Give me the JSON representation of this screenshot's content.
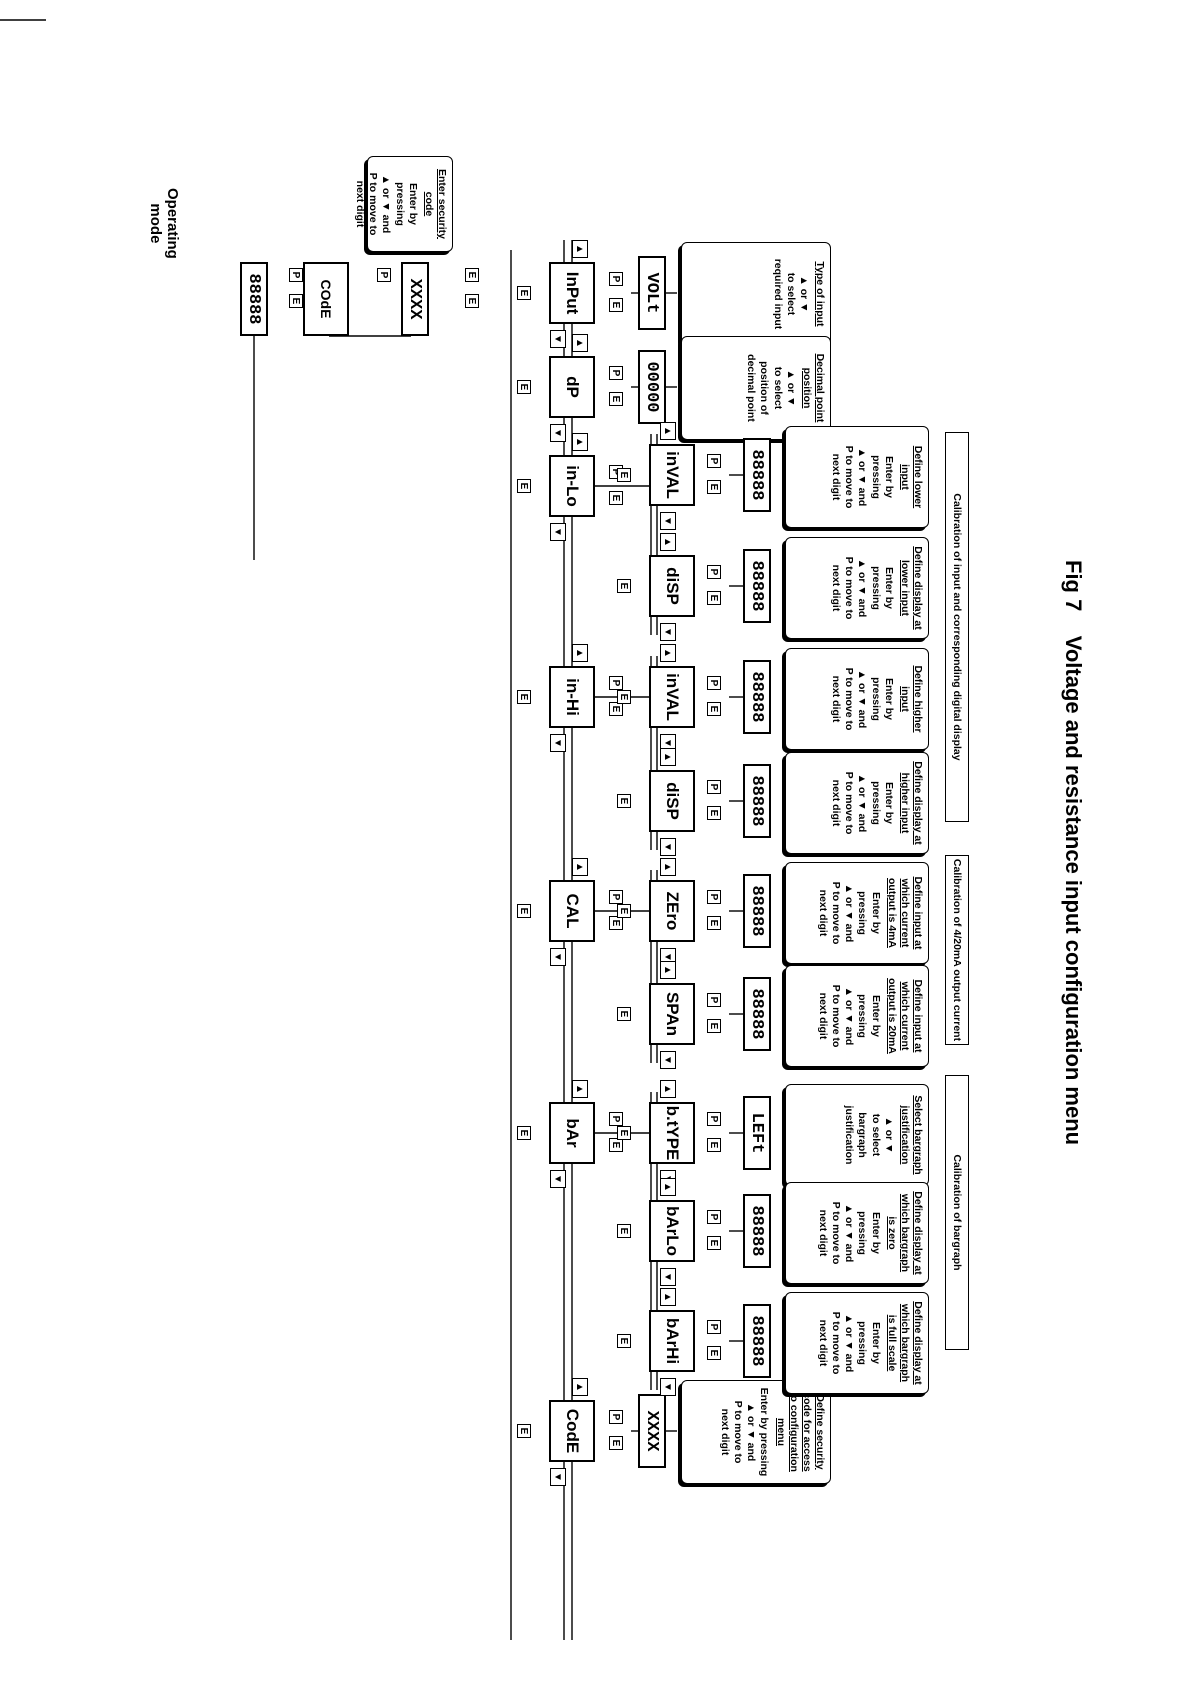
{
  "figure": {
    "caption": "Fig 7    Voltage and resistance input configuration menu",
    "operating_mode_label": "Operating\nmode",
    "display_value": "88888"
  },
  "keys": {
    "p": "P",
    "e": "E",
    "up": "▲",
    "down": "▼"
  },
  "entry": {
    "code_box": "COdE",
    "code_value": "XXXX",
    "note_title": "Enter security code",
    "note_body": "Enter by pressing\n▲ or ▼ and\nP to move to\nnext digit"
  },
  "menu": [
    {
      "label": "InPut",
      "sub_value": "VOLt",
      "note_title": "Type of input",
      "note_body": "▲ or ▼\nto select\nrequired input"
    },
    {
      "label": "dP",
      "sub_value": "00000",
      "note_title": "Decimal point position",
      "note_body": "▲ or ▼\nto select\nposition of\ndecimal point"
    },
    {
      "label": "in-Lo",
      "sub": [
        {
          "label": "inVAL",
          "value": "88888",
          "note_title": "Define lower input",
          "note_body": "Enter by pressing\n▲ or ▼ and\nP to move to\nnext digit"
        },
        {
          "label": "diSP",
          "value": "88888",
          "note_title": "Define display at lower input",
          "note_body": "Enter by pressing\n▲ or ▼ and\nP to move to\nnext digit"
        }
      ]
    },
    {
      "label": "in-Hi",
      "sub": [
        {
          "label": "inVAL",
          "value": "88888",
          "note_title": "Define higher input",
          "note_body": "Enter by pressing\n▲ or ▼ and\nP to move to\nnext digit"
        },
        {
          "label": "diSP",
          "value": "88888",
          "note_title": "Define display at higher input",
          "note_body": "Enter by pressing\n▲ or ▼ and\nP to move to\nnext digit"
        }
      ]
    },
    {
      "label": "CAL",
      "sub": [
        {
          "label": "ZEro",
          "value": "88888",
          "note_title": "Define input at which current output is 4mA",
          "note_body": "Enter by pressing\n▲ or ▼ and\nP to move to\nnext digit"
        },
        {
          "label": "SPAn",
          "value": "88888",
          "note_title": "Define input at which current output is 20mA",
          "note_body": "Enter by pressing\n▲ or ▼ and\nP to move to\nnext digit"
        }
      ]
    },
    {
      "label": "bAr",
      "sub": [
        {
          "label": "b.tYPE",
          "value": "LEFt",
          "note_title": "Select bargraph justification",
          "note_body": "▲ or ▼\nto select\nbargraph\njustification"
        },
        {
          "label": "bArLo",
          "value": "88888",
          "note_title": "Define display at which bargraph is zero",
          "note_body": "Enter by pressing\n▲ or ▼ and\nP to move to\nnext digit"
        },
        {
          "label": "bArHi",
          "value": "88888",
          "note_title": "Define display at which bargraph is full scale",
          "note_body": "Enter by pressing\n▲ or ▼ and\nP to move to\nnext digit"
        }
      ]
    },
    {
      "label": "CodE",
      "sub_value": "XXXX",
      "note_title": "Define security code for access to configuration menu",
      "note_body": "Enter by pressing\n▲ or ▼ and\nP to move to\nnext digit"
    }
  ],
  "bands": {
    "input_calibration": "Calibration of input and corresponding digital display",
    "current_calibration": "Calibration of 4/20mA output current",
    "bargraph_calibration": "Calibration of bargraph"
  }
}
